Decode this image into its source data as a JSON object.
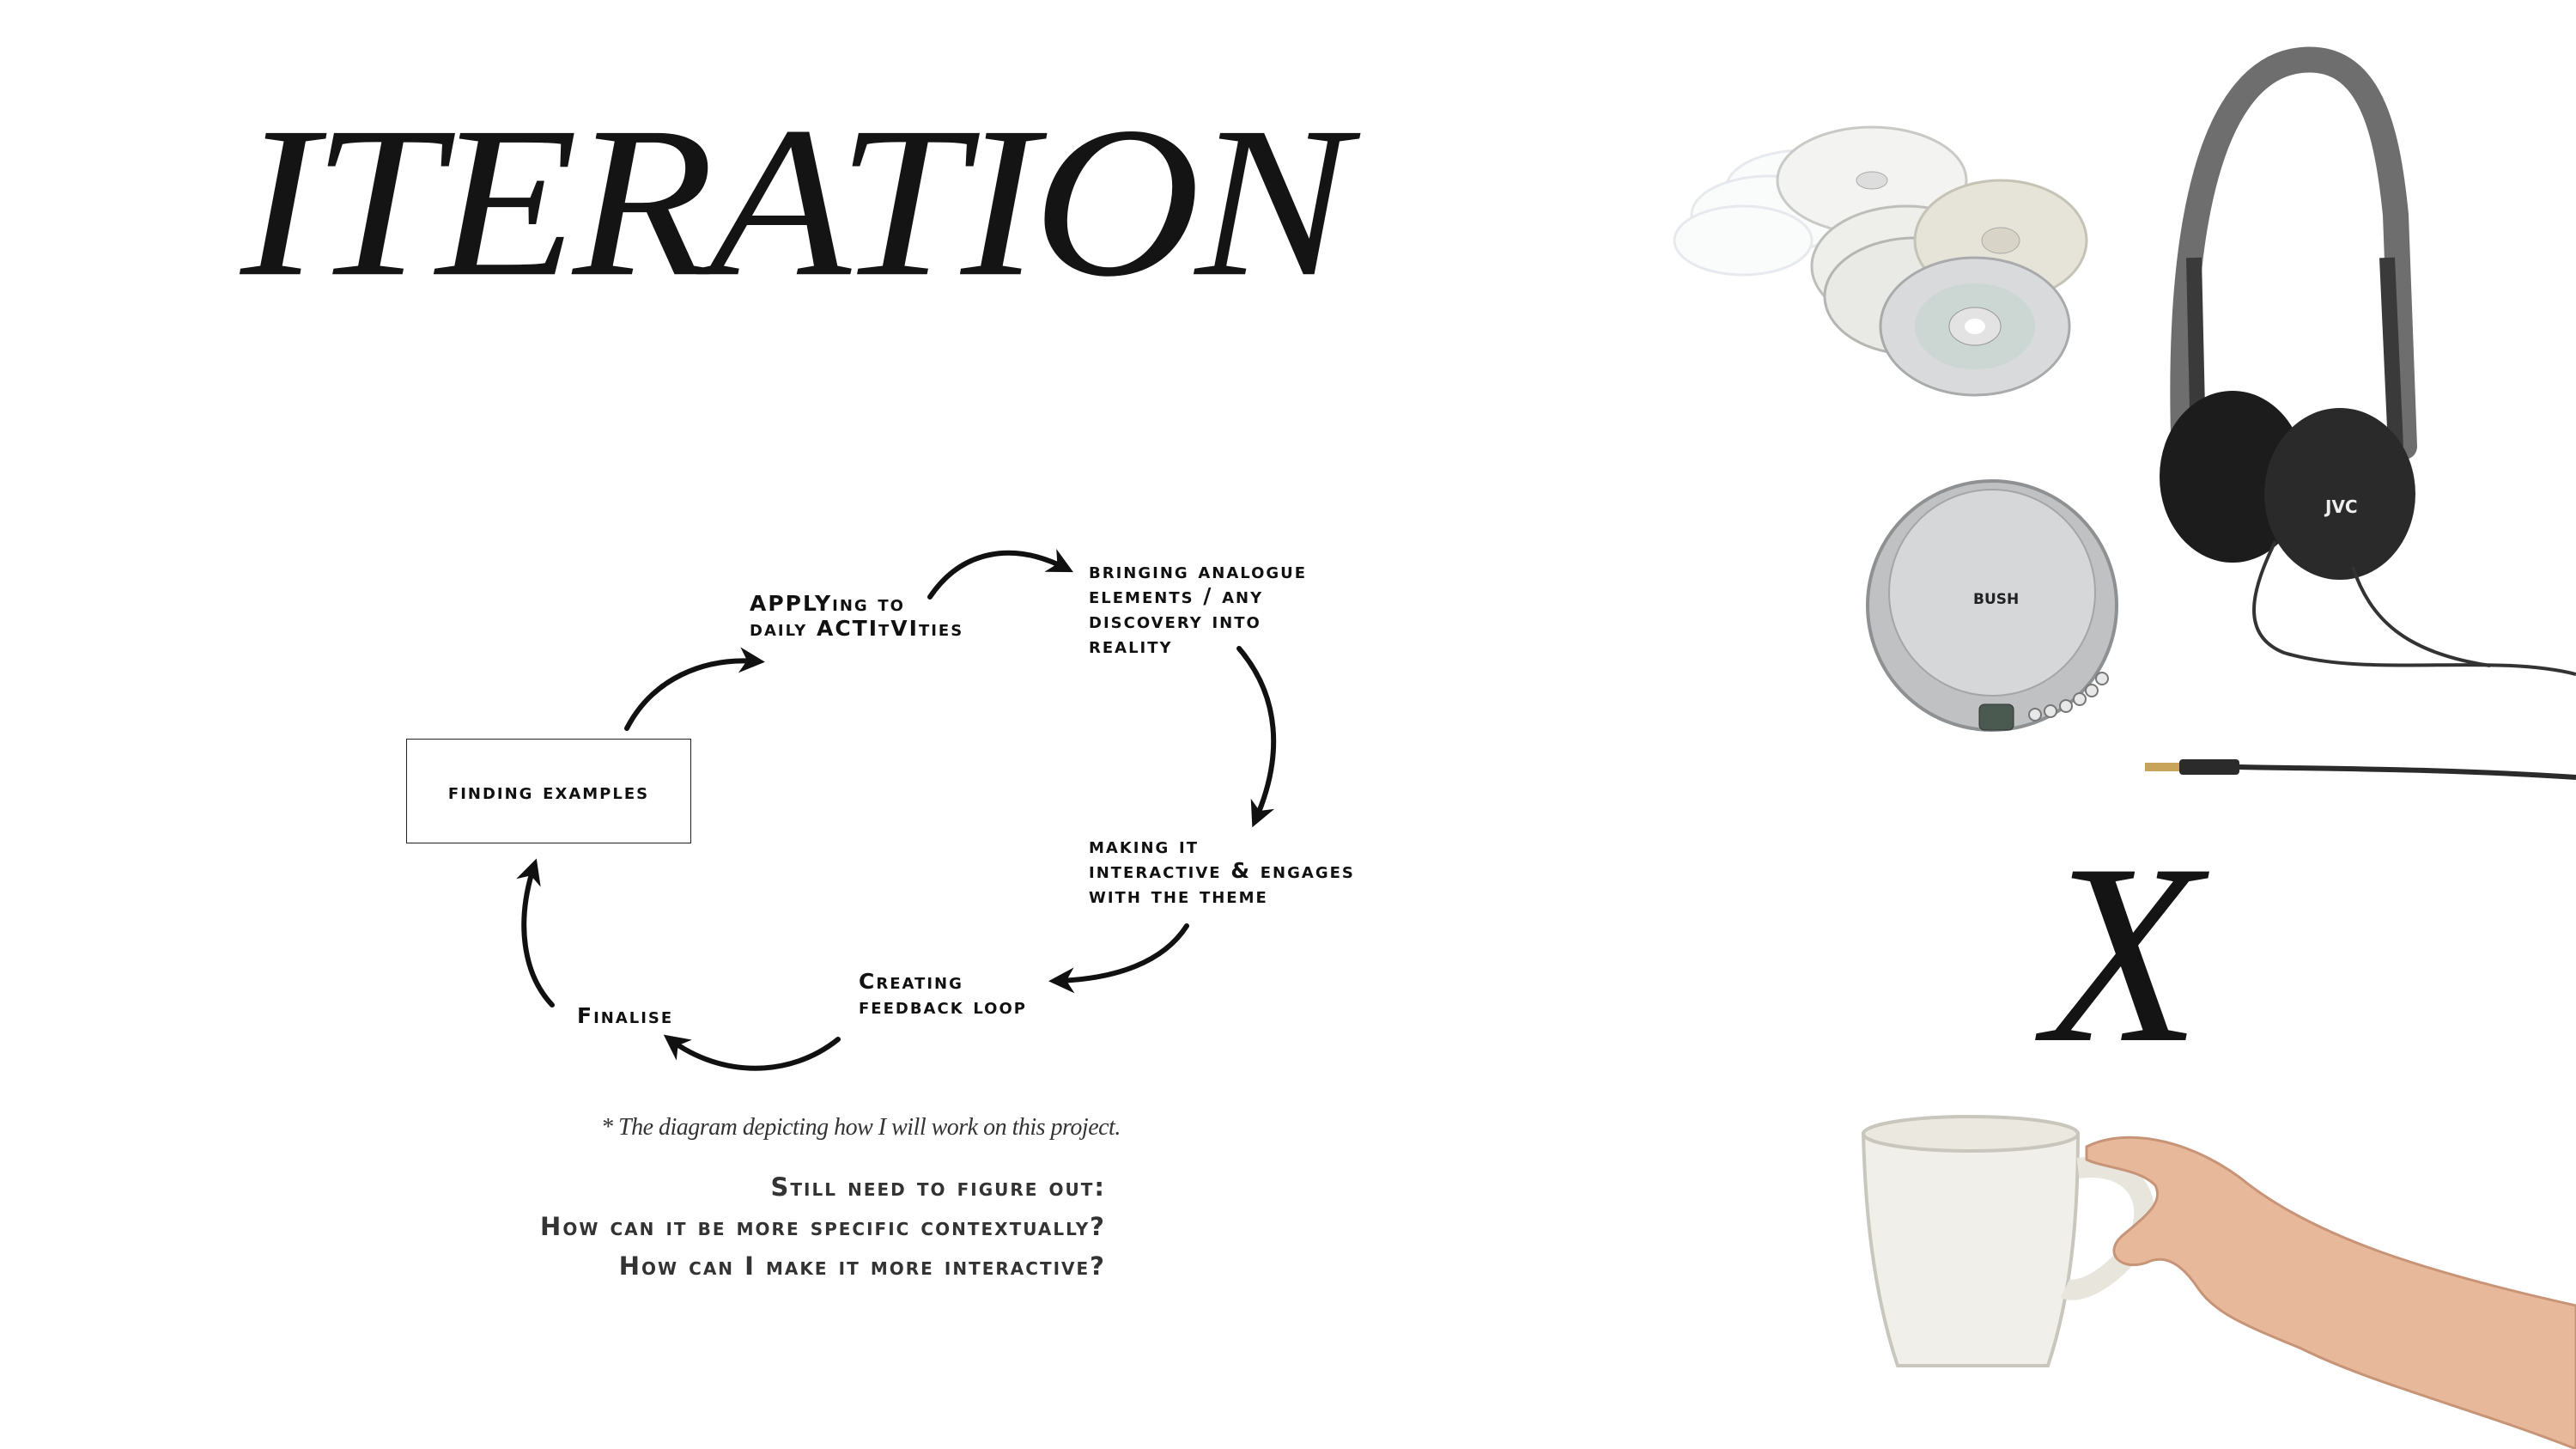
{
  "title": "ITERATION",
  "diagram": {
    "nodes": {
      "finding_examples": "finding examples",
      "applying": "APPLYing to\ndaily ACTItVIties",
      "analogue": "bringing analogue\nelements / any\ndiscovery into\nreality",
      "interactive": "making it\ninteractive & engages\nwith the theme",
      "feedback": "Creating\nfeedback loop",
      "finalise": "Finalise"
    },
    "caption": "* The diagram depicting how I will work on this project."
  },
  "questions": {
    "heading": "Still need to figure out:",
    "q1": "How can it be more specific contextually?",
    "q2": "How can I make it more interactive?"
  },
  "collage": {
    "cd_stack": {
      "icon": "cd-stack-icon"
    },
    "headphones": {
      "icon": "headphones-icon",
      "brand": "JVC"
    },
    "cd_player": {
      "icon": "cd-player-icon",
      "brand": "BUSH"
    },
    "cross": "X",
    "mug": {
      "icon": "mug-in-hand-icon"
    }
  }
}
